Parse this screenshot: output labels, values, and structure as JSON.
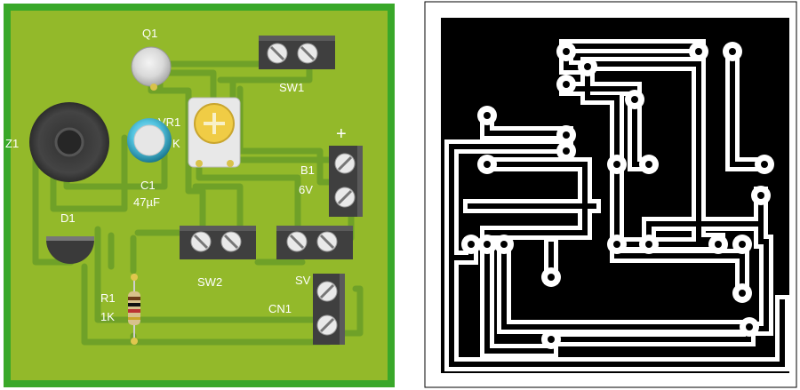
{
  "board_3d": {
    "labels": {
      "q1": "Q1",
      "z1": "Z1",
      "vr1_a": "VR1",
      "vr1_b": "K",
      "c1_name": "C1",
      "c1_value": "47µF",
      "d1": "D1",
      "r1_name": "R1",
      "r1_value": "1K",
      "sw1": "SW1",
      "sw2": "SW2",
      "sw3": "SV",
      "b1_name": "B1",
      "b1_value": "6V",
      "plus": "+",
      "cn1": "CN1"
    },
    "colors": {
      "board": "#93b92a",
      "trace": "#6fa128",
      "edge": "#39a829",
      "screw_body": "#3f3f3f",
      "screw_head": "#e9e9e9"
    }
  },
  "copper_layout": {
    "colors": {
      "background": "#000000",
      "trace": "#ffffff",
      "frame": "#000000"
    }
  }
}
